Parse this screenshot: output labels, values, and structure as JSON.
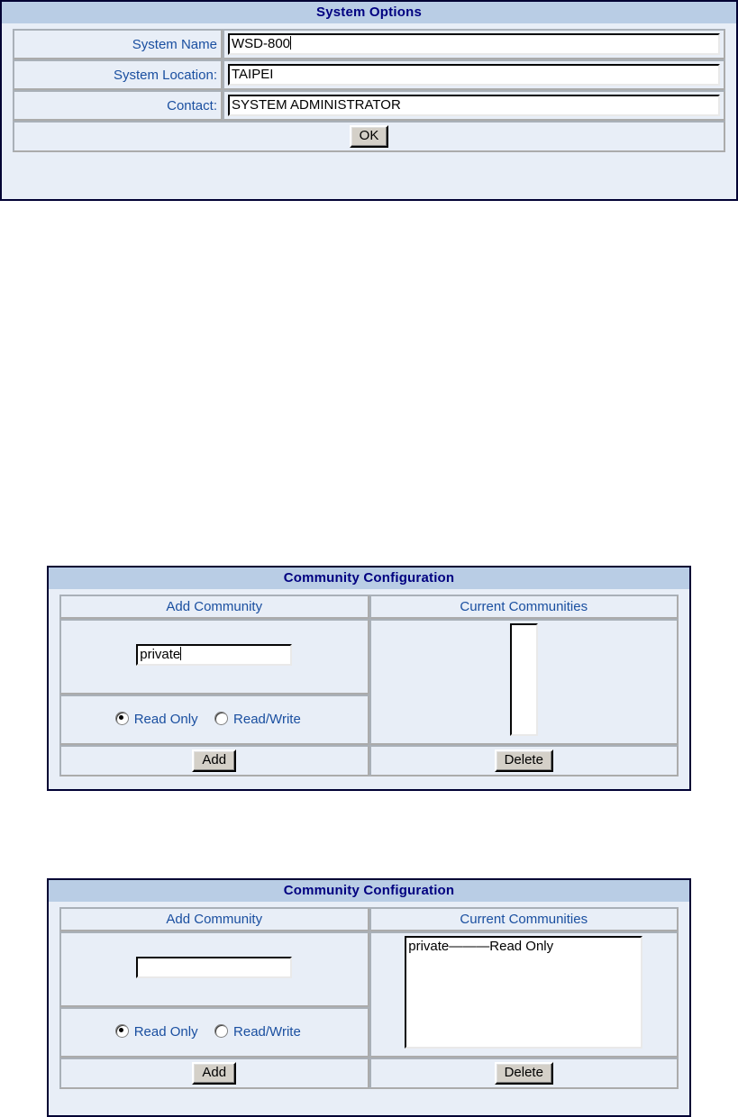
{
  "system_options": {
    "title": "System Options",
    "fields": [
      {
        "label": "System Name",
        "value": "WSD-800",
        "name": "system-name"
      },
      {
        "label": "System Location:",
        "value": "TAIPEI",
        "name": "system-location"
      },
      {
        "label": "Contact:",
        "value": "SYSTEM ADMINISTRATOR",
        "name": "contact"
      }
    ],
    "ok_label": "OK"
  },
  "community_before": {
    "title": "Community Configuration",
    "col_add": "Add Community",
    "col_current": "Current Communities",
    "input_value": "private",
    "radios": [
      {
        "label": "Read Only",
        "selected": true
      },
      {
        "label": "Read/Write",
        "selected": false
      }
    ],
    "current_items": [],
    "add_label": "Add",
    "delete_label": "Delete"
  },
  "community_after": {
    "title": "Community Configuration",
    "col_add": "Add Community",
    "col_current": "Current Communities",
    "input_value": "",
    "radios": [
      {
        "label": "Read Only",
        "selected": true
      },
      {
        "label": "Read/Write",
        "selected": false
      }
    ],
    "current_items": [
      "private———Read Only"
    ],
    "add_label": "Add",
    "delete_label": "Delete"
  },
  "colors": {
    "panel_bg": "#e8eef7",
    "title_bar": "#b9cde5",
    "title_text": "#000080",
    "label_text": "#1a4fa0",
    "outer_border": "#000033",
    "button_face": "#d4d0c8"
  }
}
